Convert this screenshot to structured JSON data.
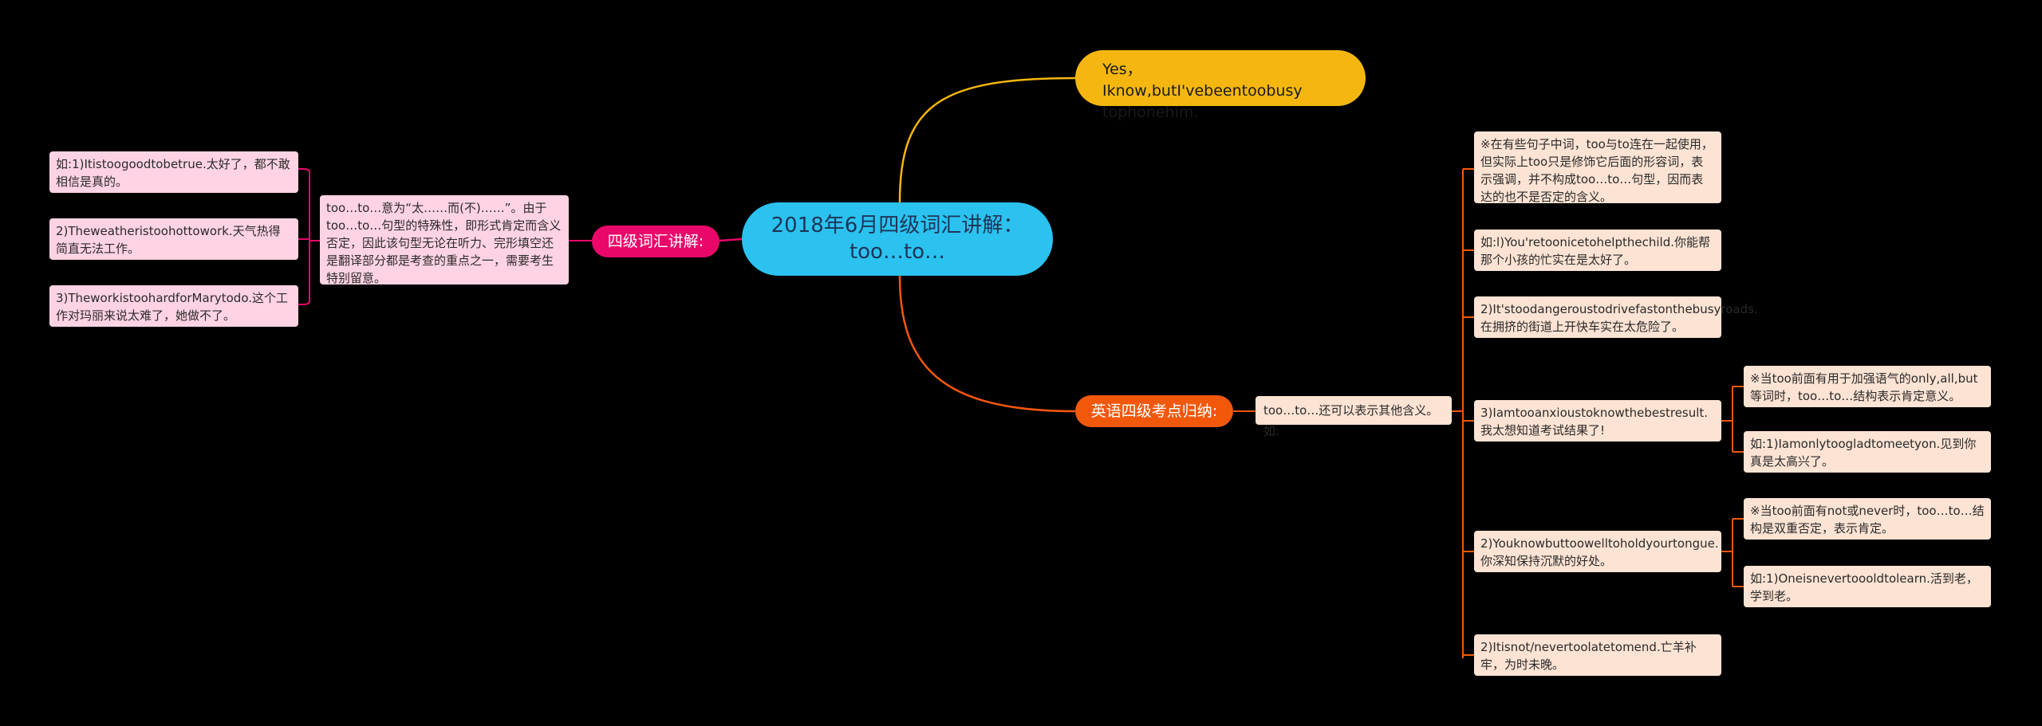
{
  "central": {
    "title": "2018年6月四级词汇讲解：too…to…"
  },
  "branch_top": {
    "text": "Yes，Iknow,butI'vebeentoobusy tophonehim."
  },
  "branch_left": {
    "label": "四级词汇讲解:",
    "explanation": "too…to…意为“太……而(不)……”。由于too…to…句型的特殊性，即形式肯定而含义否定，因此该句型无论在听力、完形填空还是翻译部分都是考查的重点之一，需要考生特别留意。",
    "examples": [
      "如:1)Itistoogoodtobetrue.太好了，都不敢相信是真的。",
      "2)Theweatheristoohottowork.天气热得简直无法工作。",
      "3)TheworkistoohardforMarytodo.这个工作对玛丽来说太难了，她做不了。"
    ]
  },
  "branch_right": {
    "label": "英语四级考点归纳:",
    "sub": "too…to…还可以表示其他含义。如:",
    "items": [
      "※在有些句子中词，too与to连在一起使用，但实际上too只是修饰它后面的形容词，表示强调，并不构成too…to…句型，因而表达的也不是否定的含义。",
      "如:l)You'retoonicetohelpthechild.你能帮那个小孩的忙实在是太好了。",
      "2)It'stoodangeroustodrivefastonthebusyroads.在拥挤的街道上开快车实在太危险了。",
      "3)Iamtooanxioustoknowthebestresult.我太想知道考试结果了!",
      "2)Youknowbuttoowelltoholdyourtongue.你深知保持沉默的好处。",
      "2)Itisnot/nevertoolatetomend.亡羊补牢，为时未晚。"
    ],
    "sub_a": [
      "※当too前面有用于加强语气的only,all,but等词时，too…to…结构表示肯定意义。",
      "如:1)Iamonlytoogladtomeetyon.见到你真是太高兴了。"
    ],
    "sub_b": [
      "※当too前面有not或never时，too…to…结构是双重否定，表示肯定。",
      "如:1)Oneisnevertoooldtolearn.活到老，学到老。"
    ]
  },
  "colors": {
    "background": "#000000",
    "central": "#2BC2F0",
    "yellow": "#F5B70F",
    "pink": "#E9086A",
    "orange": "#F2580C",
    "pink_box": "#FFD3E4",
    "peach_box": "#FDE3D3"
  }
}
